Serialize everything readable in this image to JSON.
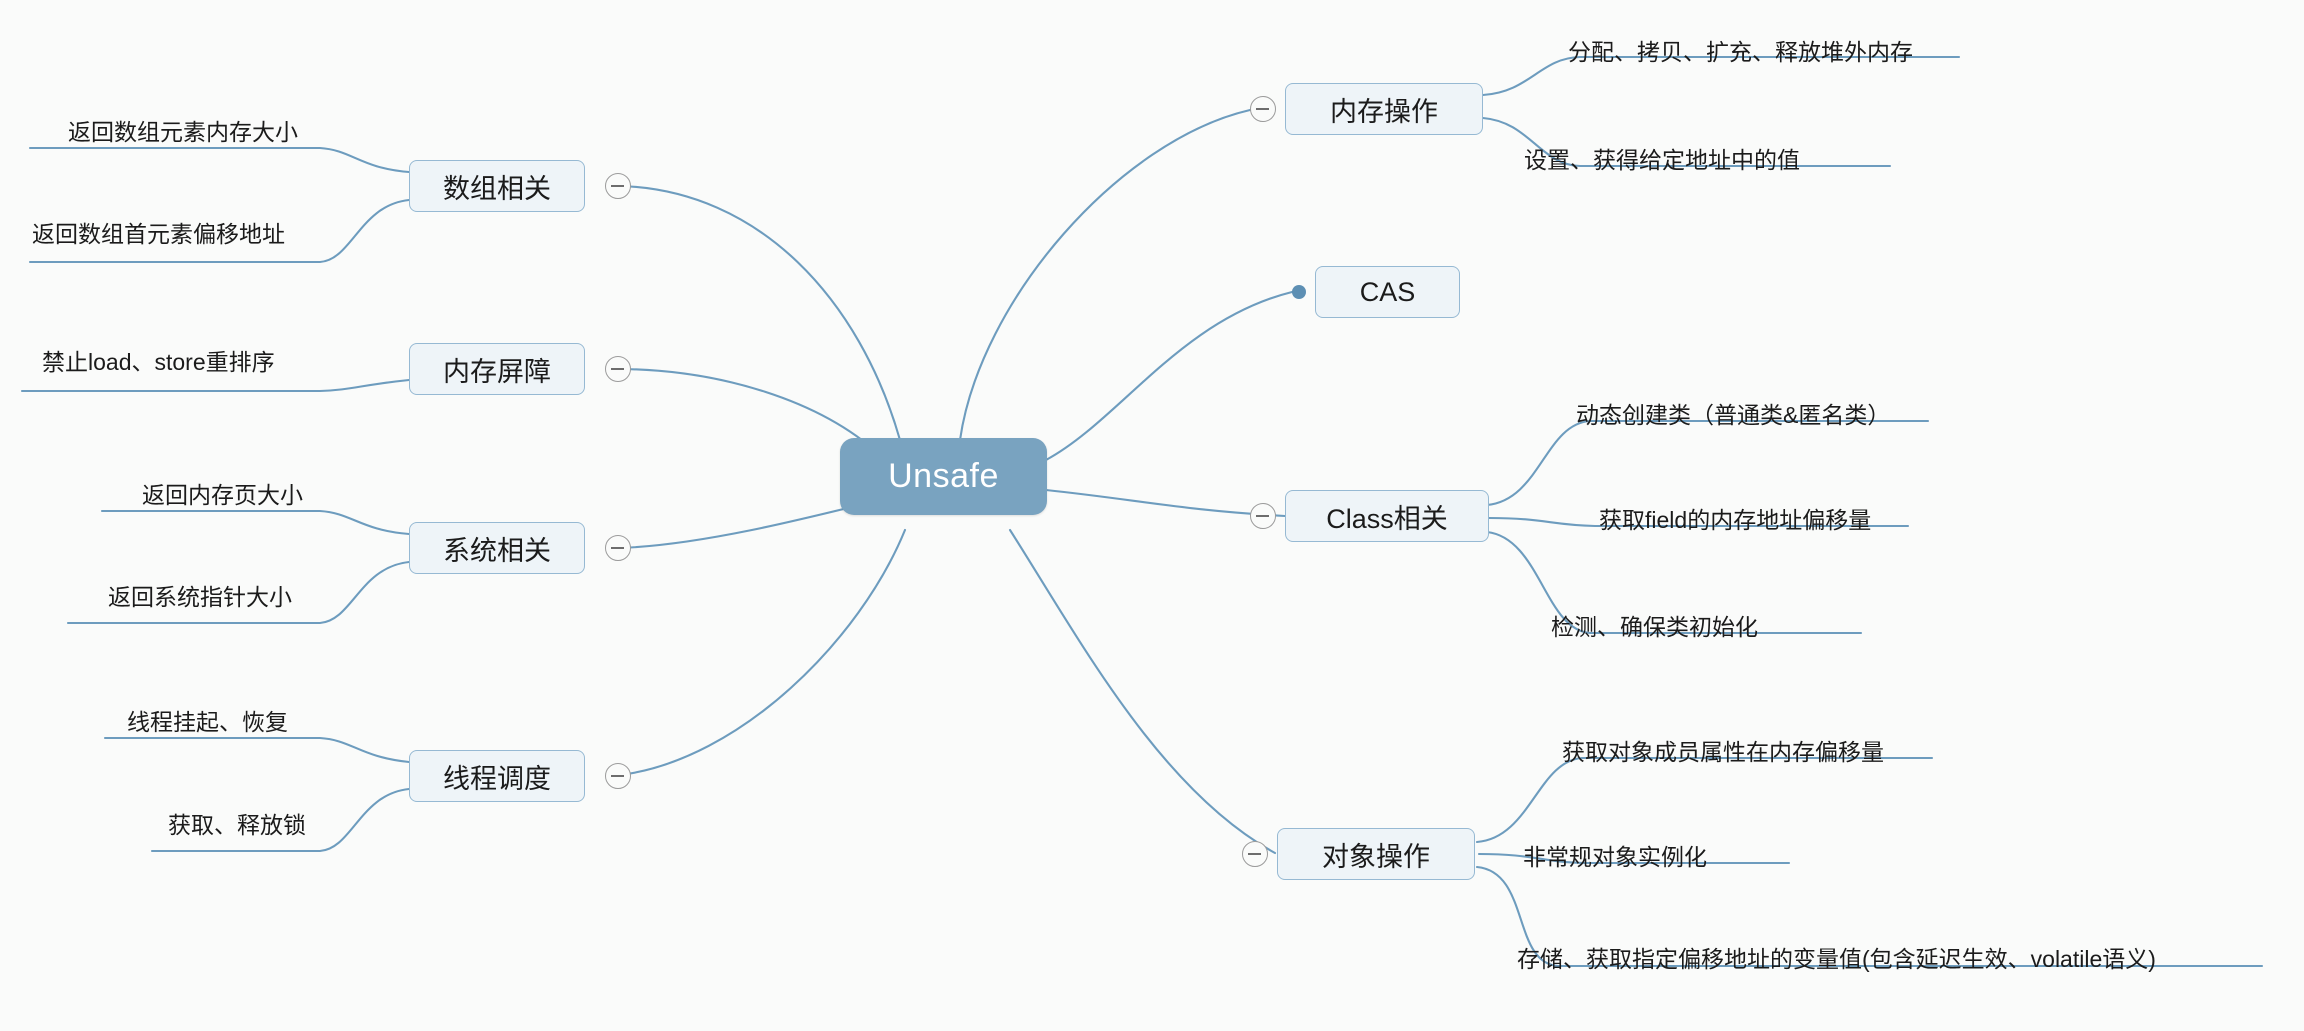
{
  "diagram": {
    "type": "mindmap",
    "title": "Unsafe",
    "background_color": "#fafbfa",
    "root_color": "#79a3c0",
    "branch_fill": "#eef4f8",
    "branch_border": "#96b9d3",
    "line_color": "#6d9cbe",
    "root": {
      "label": "Unsafe"
    },
    "branches_left": [
      {
        "label": "数组相关",
        "toggle": "collapse-toggle",
        "leaves": [
          "返回数组元素内存大小",
          "返回数组首元素偏移地址"
        ]
      },
      {
        "label": "内存屏障",
        "toggle": "collapse-toggle",
        "leaves": [
          "禁止load、store重排序"
        ]
      },
      {
        "label": "系统相关",
        "toggle": "collapse-toggle",
        "leaves": [
          "返回内存页大小",
          "返回系统指针大小"
        ]
      },
      {
        "label": "线程调度",
        "toggle": "collapse-toggle",
        "leaves": [
          "线程挂起、恢复",
          "获取、释放锁"
        ]
      }
    ],
    "branches_right": [
      {
        "label": "内存操作",
        "toggle": "collapse-toggle",
        "leaves": [
          "分配、拷贝、扩充、释放堆外内存",
          "设置、获得给定地址中的值"
        ]
      },
      {
        "label": "CAS",
        "toggle": "leaf-dot",
        "leaves": []
      },
      {
        "label": "Class相关",
        "toggle": "collapse-toggle",
        "leaves": [
          "动态创建类（普通类&匿名类）",
          "获取field的内存地址偏移量",
          "检测、确保类初始化"
        ]
      },
      {
        "label": "对象操作",
        "toggle": "collapse-toggle",
        "leaves": [
          "获取对象成员属性在内存偏移量",
          "非常规对象实例化",
          "存储、获取指定偏移地址的变量值(包含延迟生效、volatile语义)"
        ]
      }
    ]
  }
}
